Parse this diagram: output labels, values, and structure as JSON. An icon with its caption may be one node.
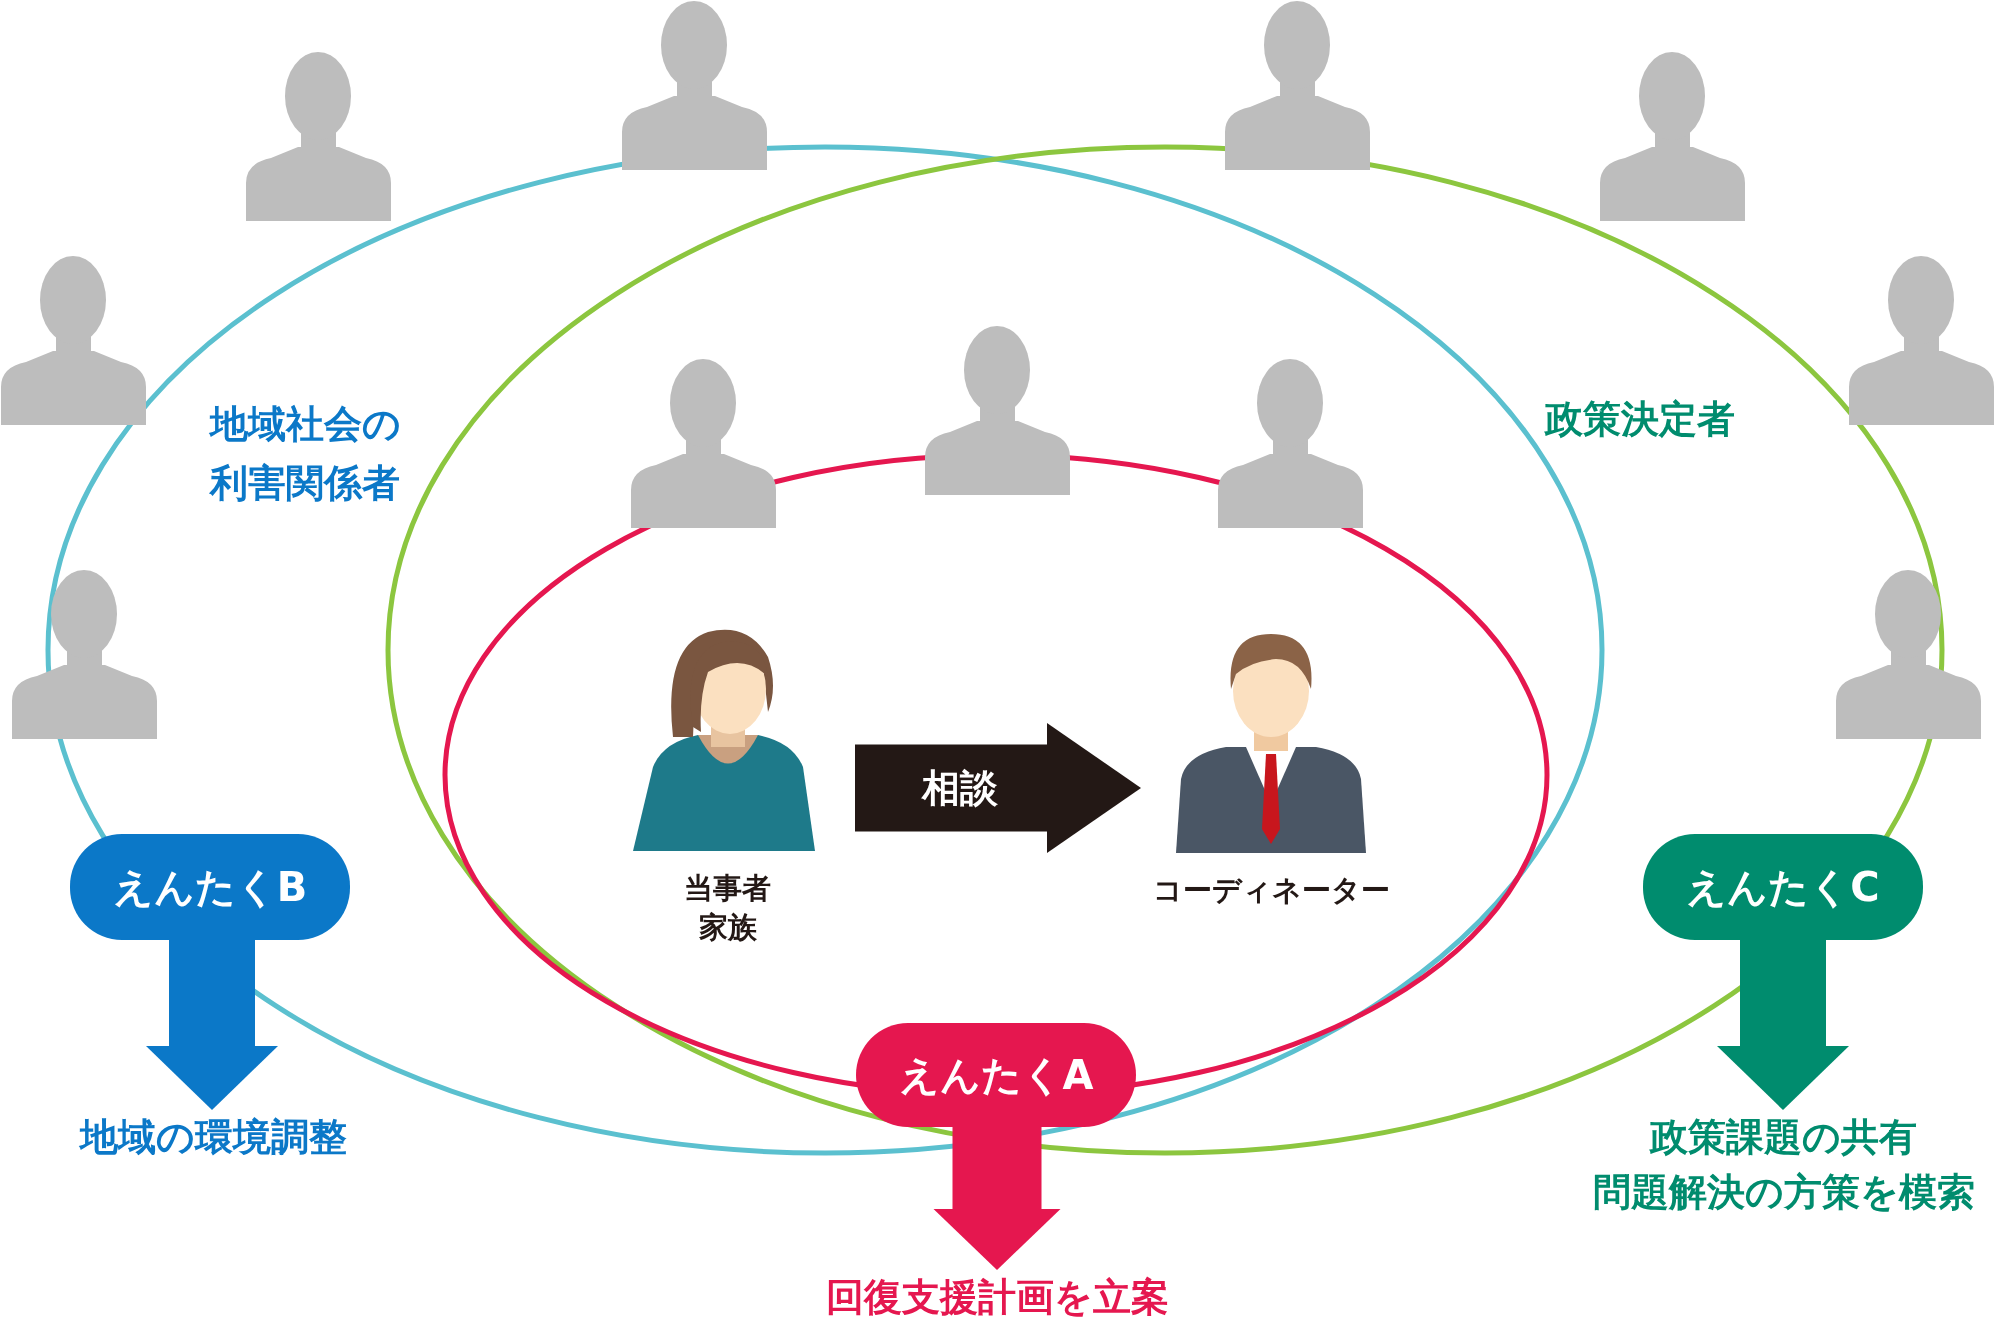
{
  "diagram": {
    "nodes": [
      {
        "text": [
          "当事者",
          "家族"
        ]
      },
      {
        "text": [
          "コーディネーター"
        ]
      },
      {
        "text": [
          "えんたくA"
        ]
      },
      {
        "text": [
          "回復支援計画を立案"
        ]
      },
      {
        "text": [
          "えんたくB"
        ]
      },
      {
        "text": [
          "地域の環境調整"
        ]
      },
      {
        "text": [
          "えんたくC"
        ]
      },
      {
        "text": [
          "政策課題の共有",
          "問題解決の方策を模索"
        ]
      }
    ],
    "edges": [
      {
        "from": 0,
        "to": 1,
        "arrow": "to",
        "label": "相談",
        "color": "#231815"
      },
      {
        "from": 2,
        "to": 3,
        "arrow": "to",
        "color": "#e5174f"
      },
      {
        "from": 4,
        "to": 5,
        "arrow": "to",
        "color": "#0b78c8"
      },
      {
        "from": 6,
        "to": 7,
        "arrow": "to",
        "color": "#008c6e"
      }
    ],
    "labels": [
      "地域社会の利害関係者",
      "政策決定者"
    ]
  }
}
